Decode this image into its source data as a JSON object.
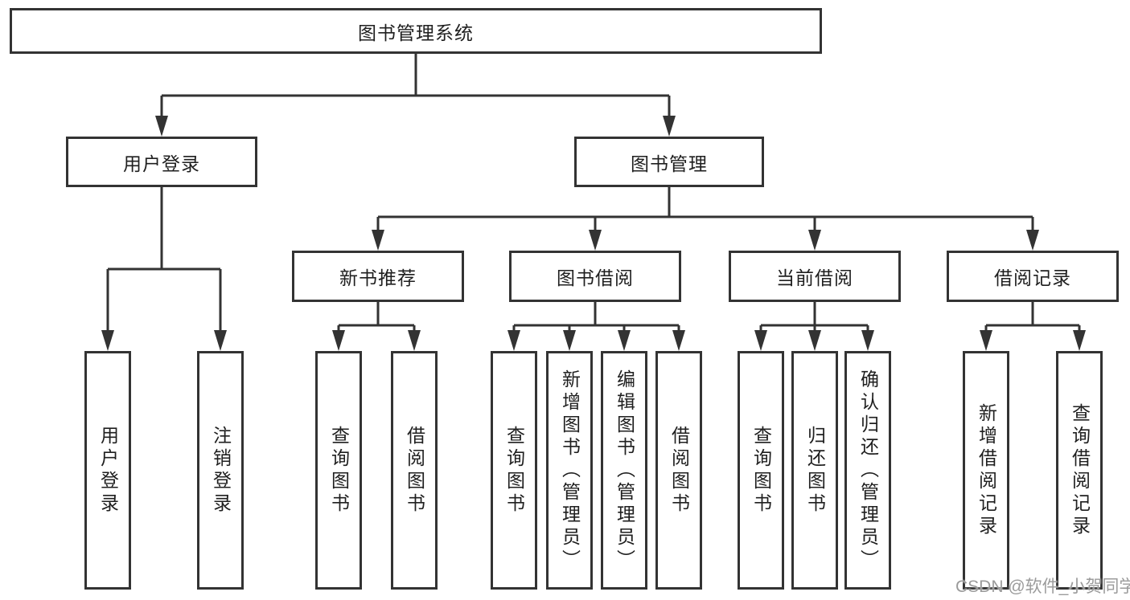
{
  "diagram": {
    "root": {
      "label": "图书管理系统"
    },
    "branches": [
      {
        "label": "用户登录",
        "children": [
          {
            "label": "用户登录"
          },
          {
            "label": "注销登录"
          }
        ]
      },
      {
        "label": "图书管理",
        "children": [
          {
            "label": "新书推荐",
            "children": [
              {
                "label": "查询图书"
              },
              {
                "label": "借阅图书"
              }
            ]
          },
          {
            "label": "图书借阅",
            "children": [
              {
                "label": "查询图书"
              },
              {
                "label": "新增图书（管理员）"
              },
              {
                "label": "编辑图书（管理员）"
              },
              {
                "label": "借阅图书"
              }
            ]
          },
          {
            "label": "当前借阅",
            "children": [
              {
                "label": "查询图书"
              },
              {
                "label": "归还图书"
              },
              {
                "label": "确认归还（管理员）"
              }
            ]
          },
          {
            "label": "借阅记录",
            "children": [
              {
                "label": "新增借阅记录"
              },
              {
                "label": "查询借阅记录"
              }
            ]
          }
        ]
      }
    ]
  },
  "watermark": {
    "text": "CSDN @软件_小贺同学"
  },
  "colors": {
    "line": "#333333",
    "box_border": "#333333",
    "text": "#1f1f1f",
    "watermark": "#9b9b9b",
    "background": "#ffffff"
  }
}
